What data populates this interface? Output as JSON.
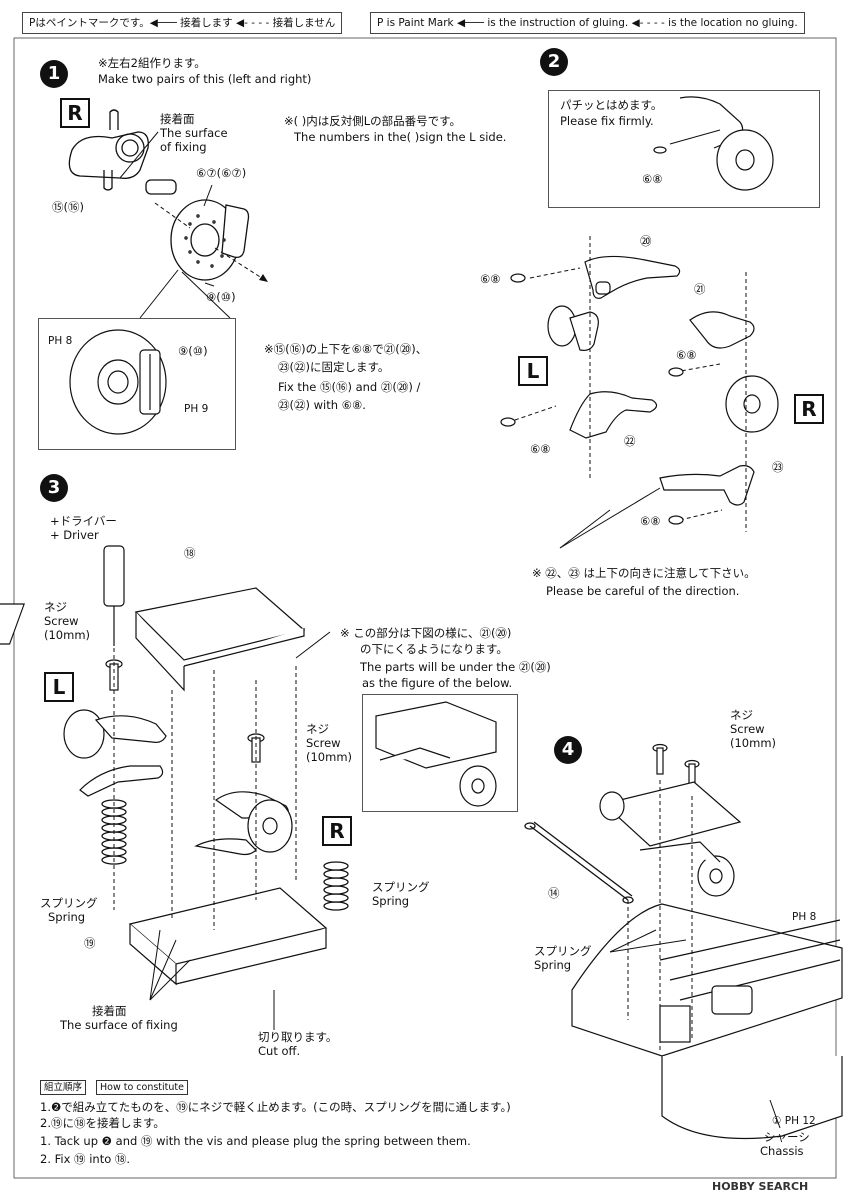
{
  "legend": {
    "jp": "Pはペイントマークです。◀─── 接着します ◀- - - - 接着しません",
    "en": "P is Paint Mark ◀─── is the instruction of gluing. ◀- - - - is the location no gluing."
  },
  "step1": {
    "num": "1",
    "note_jp": "※左右2組作ります。",
    "note_en": "Make two pairs of this (left and right)",
    "badge": "R",
    "surface_jp": "接着面",
    "surface_en1": "The surface",
    "surface_en2": "of fixing",
    "part_15": "⑮(⑯)",
    "part_67": "⑥⑦(⑥⑦)",
    "part_9": "⑨(⑩)",
    "bracket_jp": "※(  )内は反対側Lの部品番号です。",
    "bracket_en": "The numbers in the(  )sign the L side.",
    "inset_ph8": "PH 8",
    "inset_part9": "⑨(⑩)",
    "inset_ph9": "PH 9",
    "fix_jp1": "※⑮(⑯)の上下を⑥⑧で㉑(⑳)、",
    "fix_jp2": "㉓(㉒)に固定します。",
    "fix_en1": "Fix the ⑮(⑯) and ㉑(⑳) /",
    "fix_en2": "㉓(㉒) with ⑥⑧."
  },
  "step2": {
    "num": "2",
    "note_jp": "パチッとはめます。",
    "note_en": "Please fix firmly.",
    "p68": "⑥⑧",
    "p20": "⑳",
    "p21": "㉑",
    "p22": "㉒",
    "p23": "㉓",
    "badge_l": "L",
    "badge_r": "R",
    "careful_jp": "※ ㉒、㉓ は上下の向きに注意して下さい。",
    "careful_en": "Please be careful of the direction."
  },
  "step3": {
    "num": "3",
    "driver_jp": "+ドライバー",
    "driver_en": "+ Driver",
    "p18": "⑱",
    "screw_jp": "ネジ",
    "screw_en": "Screw",
    "screw_size": "(10mm)",
    "badge_l": "L",
    "badge_r": "R",
    "note_jp1": "※ この部分は下図の様に、㉑(⑳)",
    "note_jp2": "の下にくるようになります。",
    "note_en1": "The parts will be under the ㉑(⑳)",
    "note_en2": "as the figure of the below.",
    "screw2_jp": "ネジ",
    "screw2_en": "Screw",
    "screw2_size": "(10mm)",
    "spring_jp": "スプリング",
    "spring_en": "Spring",
    "spring2_jp": "スプリング",
    "spring2_en": "Spring",
    "p19": "⑲",
    "surface_jp": "接着面",
    "surface_en": "The surface of fixing",
    "cut_jp": "切り取ります。",
    "cut_en": "Cut off."
  },
  "step4": {
    "num": "4",
    "screw_jp": "ネジ",
    "screw_en": "Screw",
    "screw_size": "(10mm)",
    "p14": "⑭",
    "spring_jp": "スプリング",
    "spring_en": "Spring",
    "ph8": "PH 8",
    "chassis_part": "① PH 12",
    "chassis_jp": "シャーシ",
    "chassis_en": "Chassis"
  },
  "order": {
    "tag_jp": "組立順序",
    "tag_en": "How to constitute",
    "l1_jp": "1.❷で組み立てたものを、⑲にネジで軽く止めます。(この時、スプリングを間に通します。)",
    "l2_jp": "2.⑲に⑱を接着します。",
    "l1_en": "1. Tack up ❷ and ⑲ with the vis and please plug the spring between them.",
    "l2_en": "2. Fix ⑲ into ⑱."
  },
  "watermark": "HOBBY SEARCH",
  "colors": {
    "ink": "#111111",
    "frame": "#555555",
    "paper": "#ffffff"
  }
}
